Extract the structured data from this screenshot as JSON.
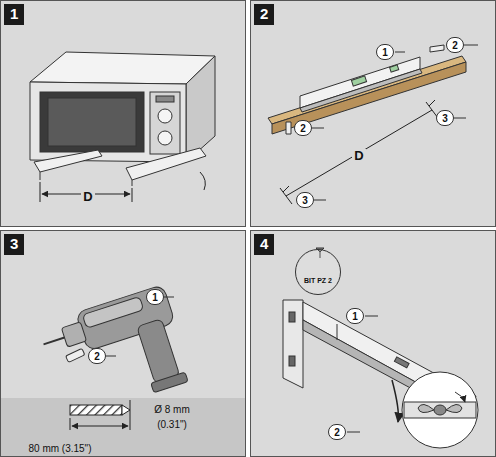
{
  "diagram": {
    "nodes": [
      {
        "text": [
          "1"
        ]
      },
      {
        "text": [
          "2"
        ]
      },
      {
        "text": [
          "3"
        ]
      },
      {
        "text": [
          "4"
        ]
      },
      {
        "text": [
          "1"
        ],
        "in": 1
      },
      {
        "text": [
          "2"
        ],
        "in": 1
      },
      {
        "text": [
          "2"
        ],
        "in": 1
      },
      {
        "text": [
          "3"
        ],
        "in": 1
      },
      {
        "text": [
          "3"
        ],
        "in": 1
      },
      {
        "text": [
          "1"
        ],
        "in": 2
      },
      {
        "text": [
          "2"
        ],
        "in": 2
      },
      {
        "text": [
          "BIT PZ 2"
        ],
        "in": 3
      },
      {
        "text": [
          "1"
        ],
        "in": 3
      },
      {
        "text": [
          "2"
        ],
        "in": 3
      }
    ],
    "labels": [
      "D",
      "D",
      "Ø 8 mm",
      "(0.31\")",
      "80 mm (3.15\")"
    ]
  }
}
